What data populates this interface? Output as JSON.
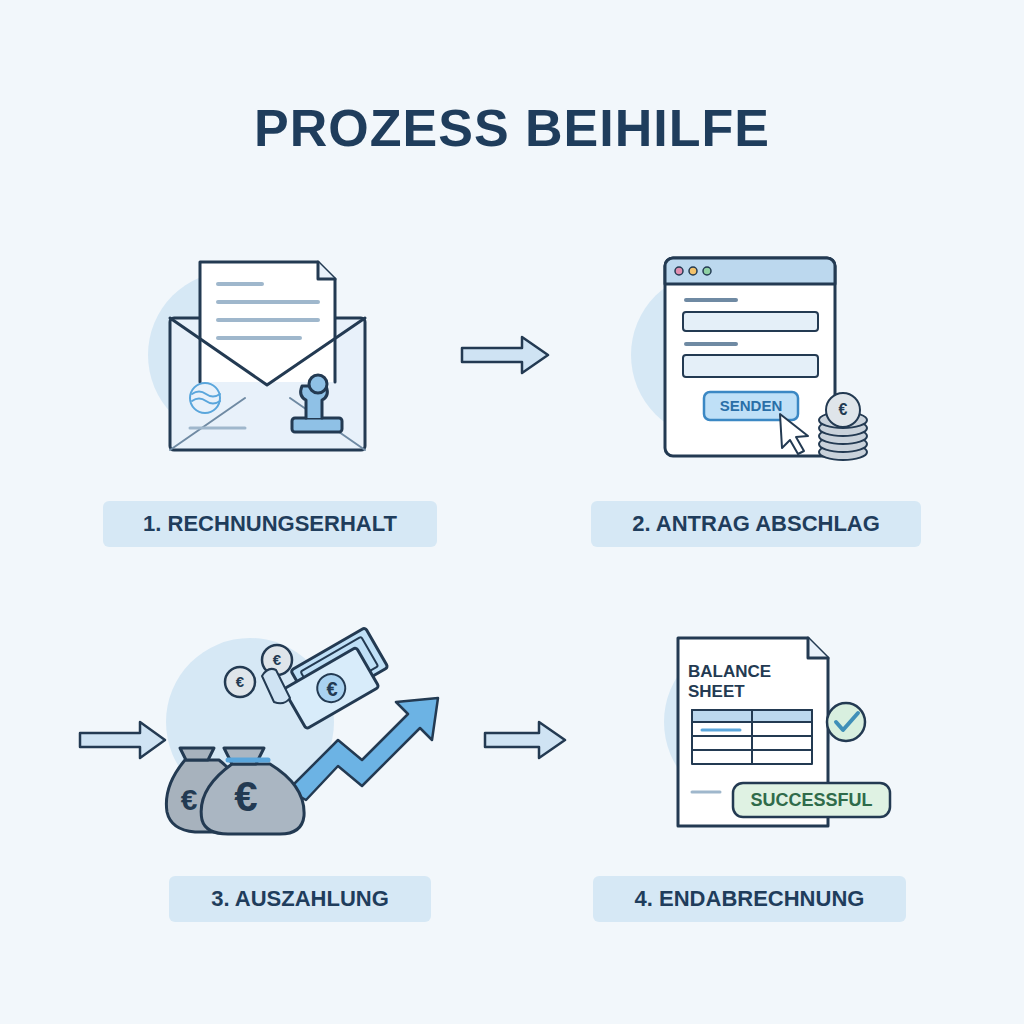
{
  "diagram": {
    "title": "PROZESS BEIHILFE",
    "nodes": [
      {
        "text": [
          "1. RECHNUNGSERHALT"
        ]
      },
      {
        "text": [
          "2. ANTRAG ABSCHLAG"
        ]
      },
      {
        "text": [
          "3. AUSZAHLUNG"
        ]
      },
      {
        "text": [
          "4. ENDABRECHNUNG"
        ]
      }
    ],
    "edges": [
      {
        "from": 0,
        "to": 1,
        "arrow": "to"
      },
      {
        "from": 2,
        "to": 3,
        "arrow": "to"
      }
    ],
    "labels": [
      "SENDEN",
      "€",
      "€",
      "€",
      "€",
      "€",
      "€",
      "BALANCE SHEET",
      "SUCCESSFUL"
    ]
  }
}
